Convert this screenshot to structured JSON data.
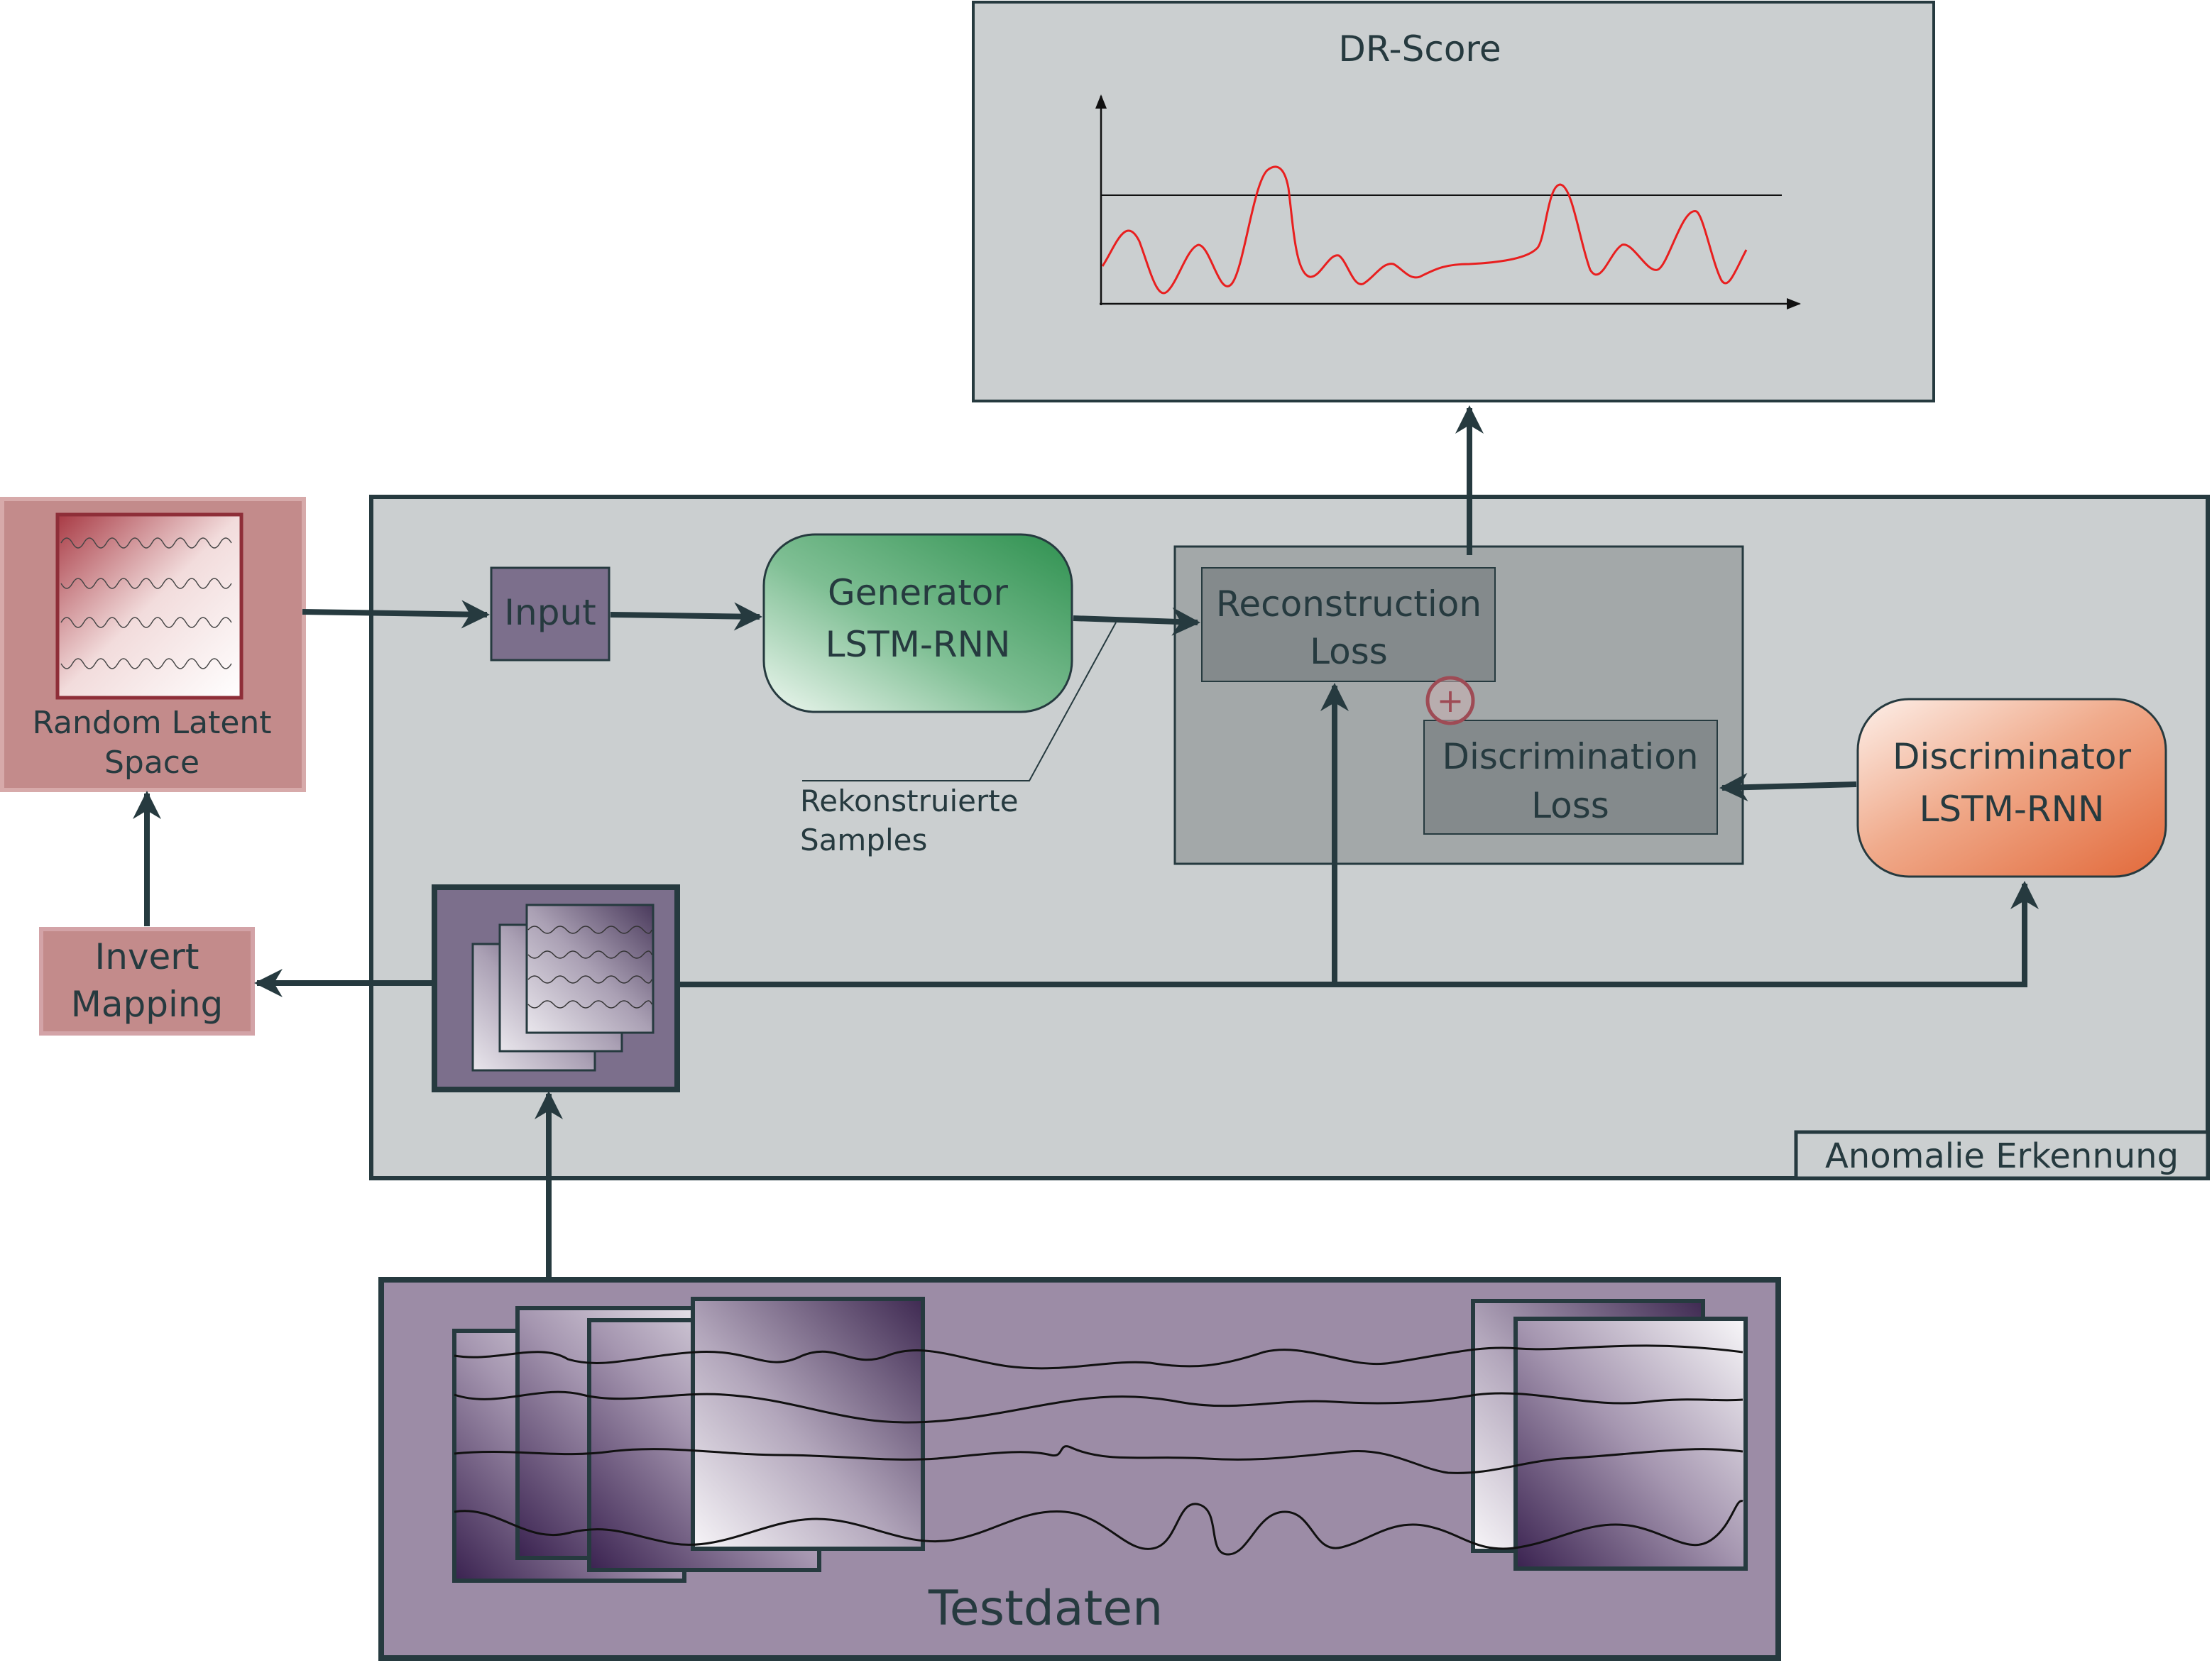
{
  "score_panel": {
    "title": "DR-Score"
  },
  "latent_space": {
    "label_line1": "Random Latent",
    "label_line2": "Space"
  },
  "invert_mapping": {
    "label_line1": "Invert",
    "label_line2": "Mapping"
  },
  "anomaly_panel": {
    "title": "Anomalie Erkennung",
    "input_label": "Input",
    "generator_line1": "Generator",
    "generator_line2": "LSTM-RNN",
    "reconstruction_line1": "Reconstruction",
    "reconstruction_line2": "Loss",
    "discrimination_line1": "Discrimination",
    "discrimination_line2": "Loss",
    "discriminator_line1": "Discriminator",
    "discriminator_line2": "LSTM-RNN",
    "plus_symbol": "+",
    "samples_line1": "Rekonstruierte",
    "samples_line2": "Samples"
  },
  "testdata": {
    "label": "Testdaten"
  },
  "colors": {
    "stroke": "#263a3f",
    "panel_grey": "#cbcfd0",
    "loss_grey": "#a3a8a9",
    "inner_loss": "#848a8c",
    "latent_pink": "#c38b8b",
    "invert_pink": "#c9959a",
    "input_purple": "#7c6f8c",
    "testdata_purple": "#9c8ca6",
    "curve_red": "#e81f1f"
  }
}
